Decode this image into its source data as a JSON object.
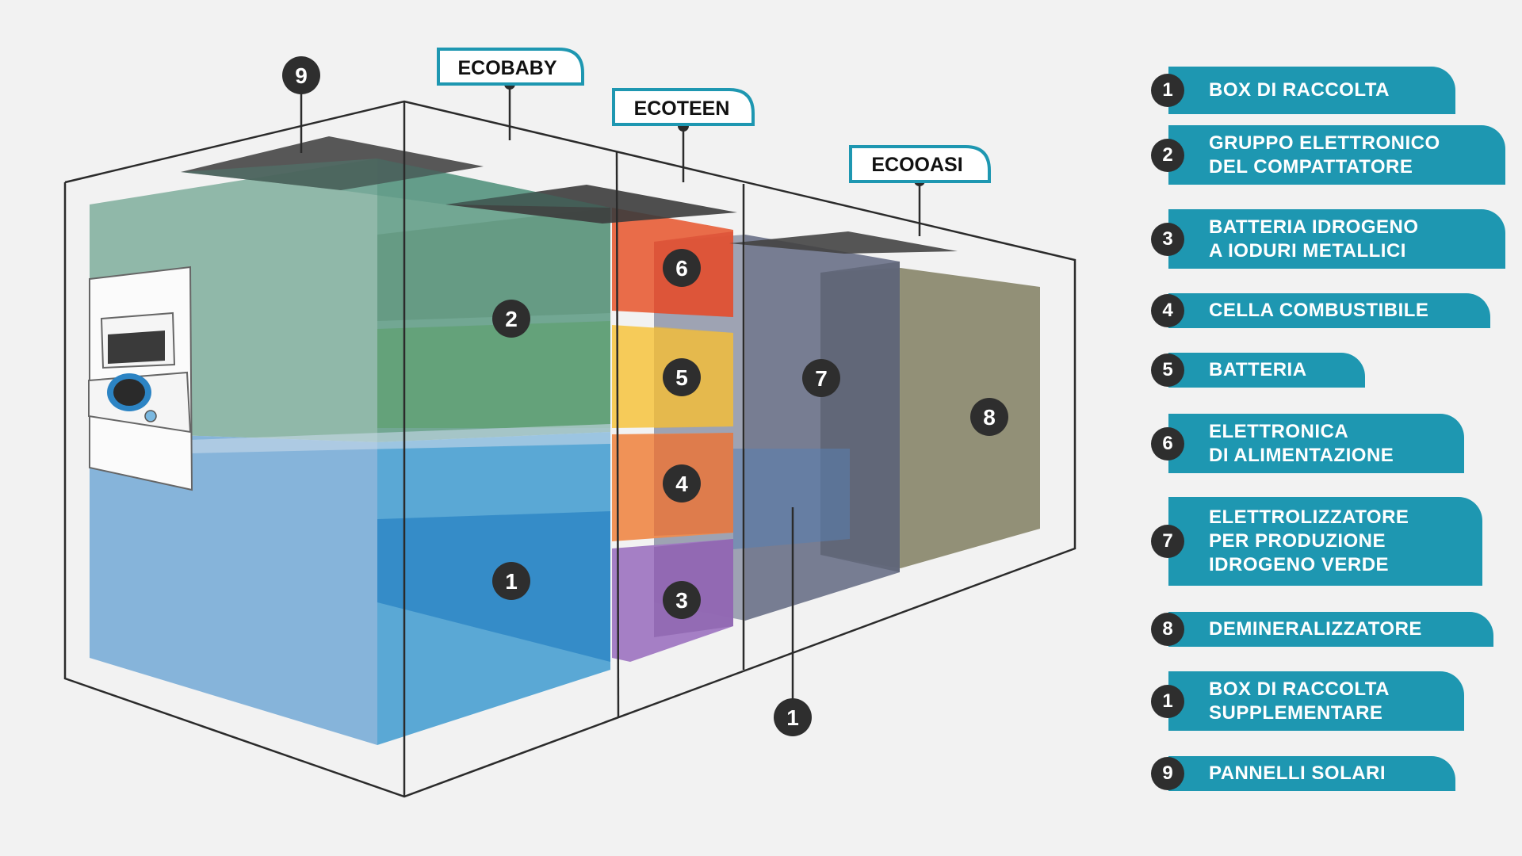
{
  "tags": {
    "ecobaby": "ECOBABY",
    "ecoteen": "ECOTEEN",
    "ecooasi": "ECOOASI"
  },
  "badges": {
    "solar": "9",
    "electronic_group": "2",
    "power_electronics": "6",
    "battery": "5",
    "fuel_cell": "4",
    "hydrogen_battery": "3",
    "collection_box": "1",
    "electrolyzer": "7",
    "demineralizer": "8",
    "supplementary_box": "1"
  },
  "legend": [
    {
      "number": "1",
      "label": "BOX DI RACCOLTA"
    },
    {
      "number": "2",
      "label": "GRUPPO ELETTRONICO\nDEL COMPATTATORE"
    },
    {
      "number": "3",
      "label": "BATTERIA IDROGENO\nA IODURI METALLICI"
    },
    {
      "number": "4",
      "label": "CELLA COMBUSTIBILE"
    },
    {
      "number": "5",
      "label": "BATTERIA"
    },
    {
      "number": "6",
      "label": "ELETTRONICA\nDI ALIMENTAZIONE"
    },
    {
      "number": "7",
      "label": "ELETTROLIZZATORE\nPER PRODUZIONE\nIDROGENO VERDE"
    },
    {
      "number": "8",
      "label": "DEMINERALIZZATORE"
    },
    {
      "number": "1",
      "label": "BOX DI RACCOLTA\nSUPPLEMENTARE"
    },
    {
      "number": "9",
      "label": "PANNELLI SOLARI"
    }
  ],
  "colors": {
    "legend_bar": "#1e97b1",
    "badge": "#2e2e2e",
    "tag_border": "#1e97b1",
    "outline": "#2b2b2b"
  }
}
